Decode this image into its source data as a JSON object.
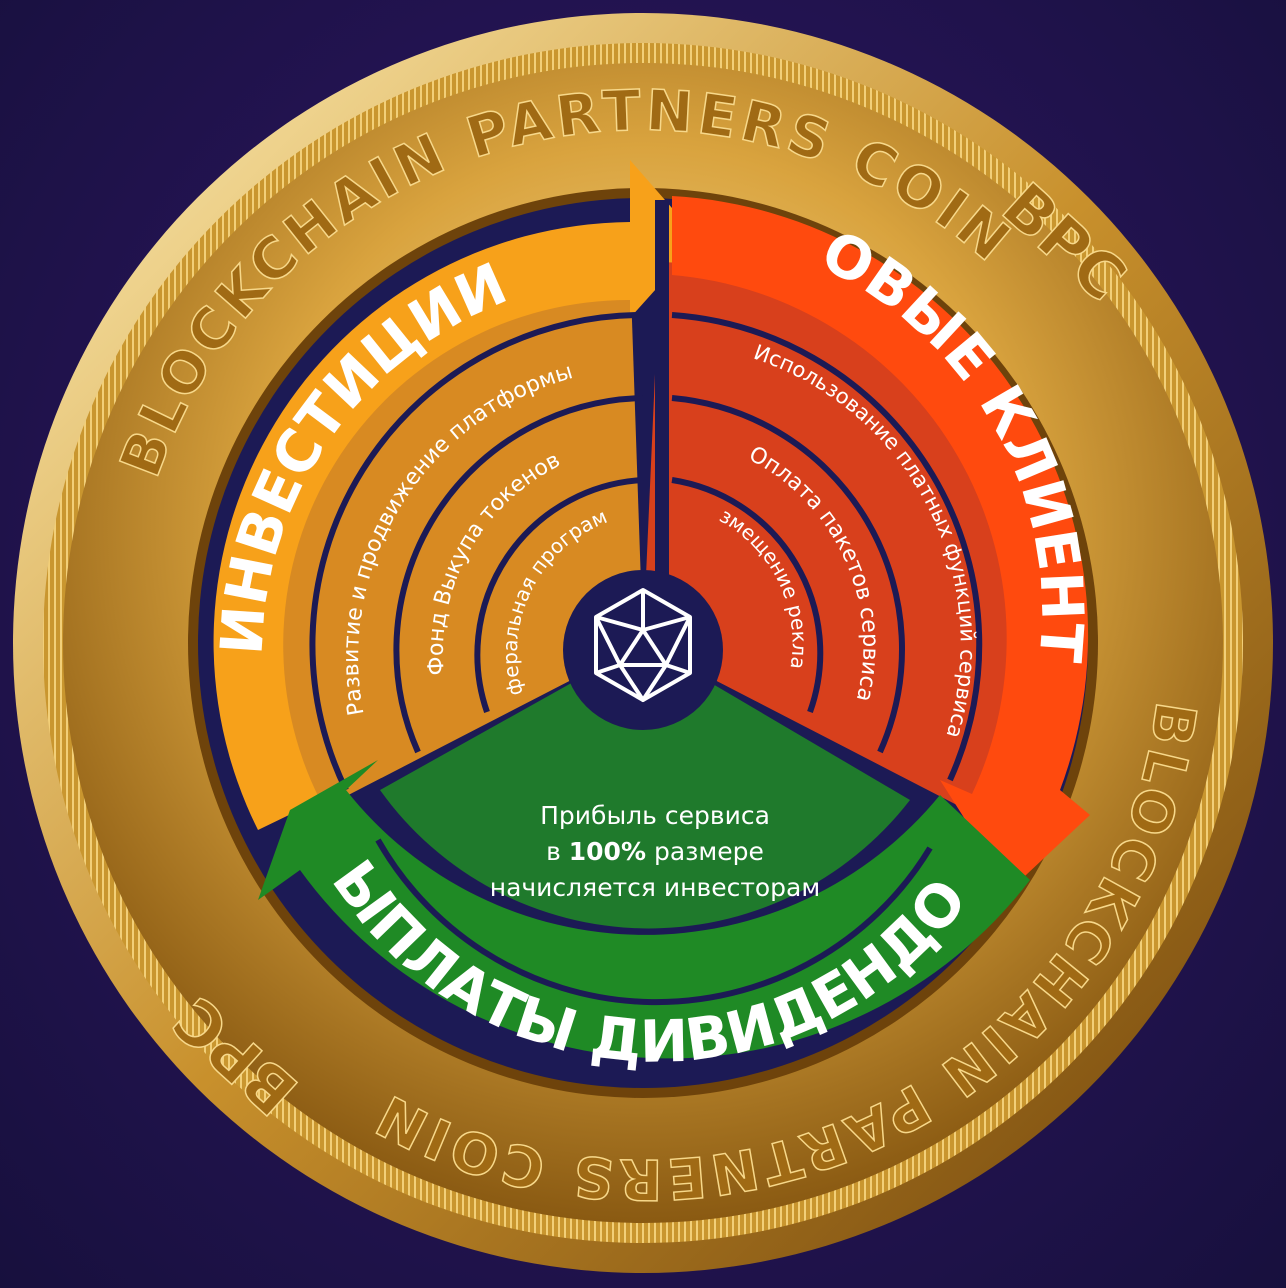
{
  "coin": {
    "ring_top": "BLOCKCHAIN PARTNERS COIN",
    "ring_bottom": "BLOCKCHAIN PARTNERS COIN",
    "badge_right": "BPC",
    "badge_left": "BPC",
    "colors": {
      "gold_light": "#f6d27a",
      "gold_mid": "#d8a13b",
      "gold_dark": "#8a5a12"
    }
  },
  "segments": {
    "investments": {
      "title": "ИНВЕСТИЦИИ",
      "color": "#f7a11a",
      "arc_color": "#d88a22",
      "items": [
        "Развитие и продвижение платформы",
        "Фонд Выкупа токенов",
        "Реферальная программа"
      ]
    },
    "clients": {
      "title": "НОВЫЕ КЛИЕНТЫ",
      "color": "#ff4a0e",
      "arc_color": "#d8401c",
      "items": [
        "Использование платных функций сервиса",
        "Оплата пакетов сервиса",
        "Размещение рекламы"
      ]
    },
    "dividends": {
      "title": "ВЫПЛАТЫ ДИВИДЕНДОВ",
      "color": "#1f8a25",
      "arc_color": "#1f7a2c",
      "text_line1": "Прибыль сервиса",
      "text_line2_pre": "в ",
      "text_line2_bold": "100%",
      "text_line2_post": " размере",
      "text_line3": "начисляется инвесторам"
    }
  },
  "logo": {
    "icon": "icosahedron-icon"
  }
}
